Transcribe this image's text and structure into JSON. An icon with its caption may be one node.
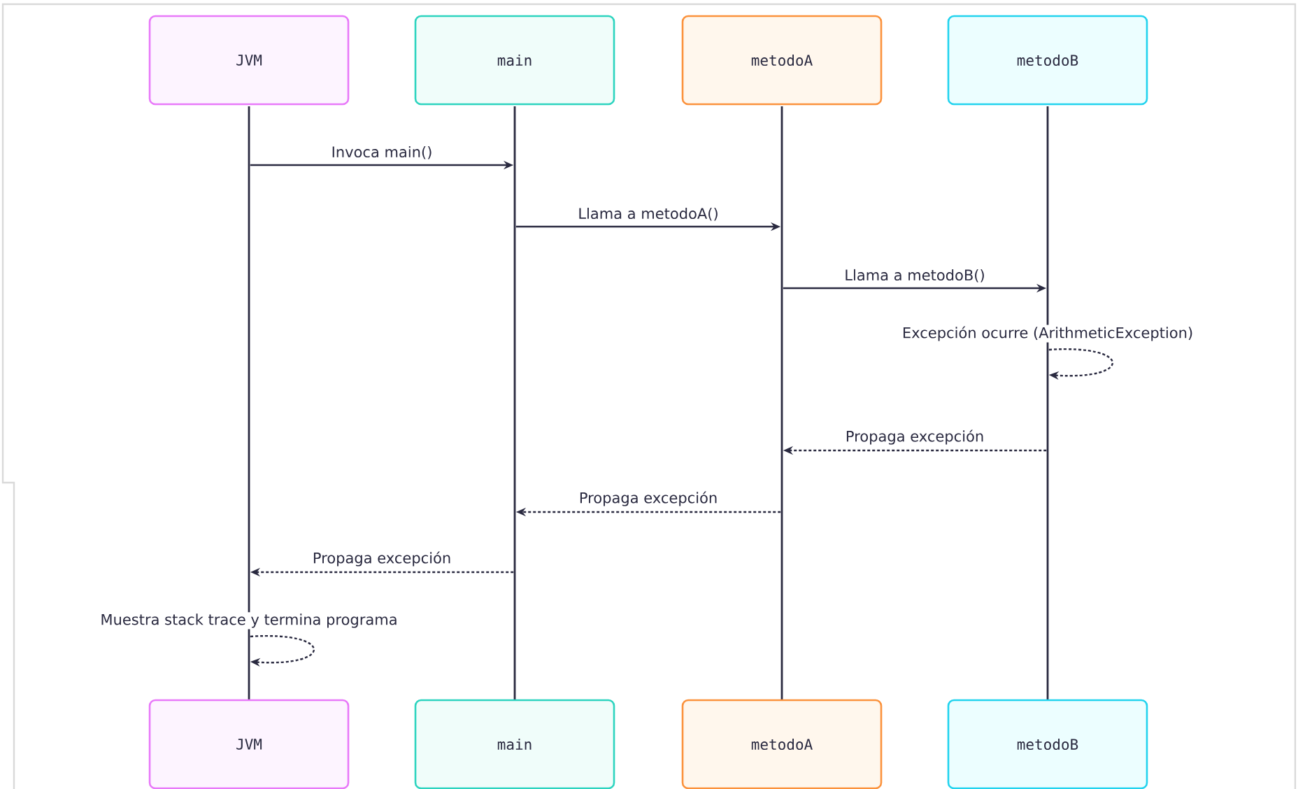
{
  "diagram": {
    "nodes": [
      {
        "text": [
          "JVM"
        ]
      },
      {
        "text": [
          "main"
        ]
      },
      {
        "text": [
          "metodoA"
        ]
      },
      {
        "text": [
          "metodoB"
        ]
      },
      {
        "text": [],
        "shape": "bar"
      },
      {
        "text": [],
        "shape": "bar"
      },
      {
        "text": [],
        "shape": "bar"
      },
      {
        "text": [],
        "shape": "bar"
      },
      {
        "text": [
          "JVM"
        ]
      },
      {
        "text": [
          "main"
        ]
      },
      {
        "text": [
          "metodoA"
        ]
      },
      {
        "text": [
          "metodoB"
        ]
      }
    ],
    "edges": [
      {
        "from": 4,
        "to": 5,
        "arrow": "to",
        "label": "Invoca main()"
      },
      {
        "from": 5,
        "to": 6,
        "arrow": "to",
        "label": "Llama a metodoA()"
      },
      {
        "from": 6,
        "to": 7,
        "arrow": "to",
        "label": "Llama a metodoB()"
      },
      {
        "from": 7,
        "to": 7,
        "arrow": "to",
        "style": "dashed",
        "label": "Excepción ocurre (ArithmeticException)"
      },
      {
        "from": 7,
        "to": 6,
        "arrow": "to",
        "style": "dashed",
        "label": "Propaga excepción"
      },
      {
        "from": 6,
        "to": 5,
        "arrow": "to",
        "style": "dashed",
        "label": "Propaga excepción"
      },
      {
        "from": 5,
        "to": 4,
        "arrow": "to",
        "style": "dashed",
        "label": "Propaga excepción"
      },
      {
        "from": 4,
        "to": 4,
        "arrow": "to",
        "style": "dashed",
        "label": "Muestra stack trace y termina programa"
      }
    ]
  }
}
